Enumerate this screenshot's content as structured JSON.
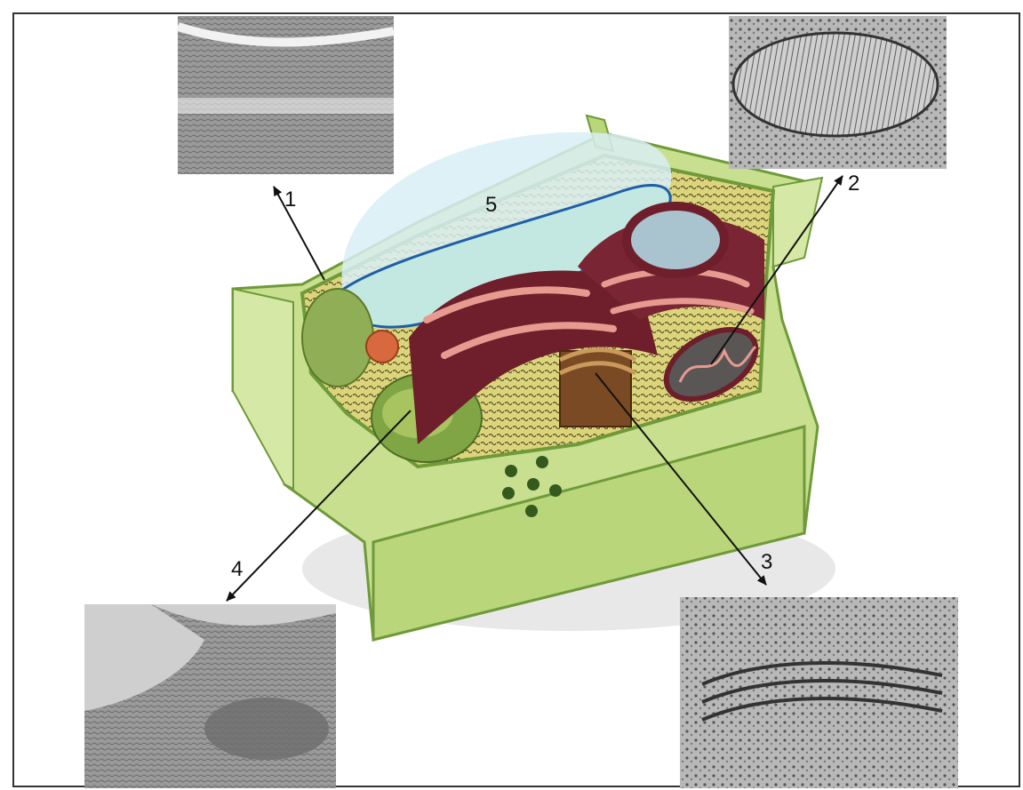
{
  "diagram": {
    "labels": [
      {
        "id": "1",
        "text": "1"
      },
      {
        "id": "2",
        "text": "2"
      },
      {
        "id": "3",
        "text": "3"
      },
      {
        "id": "4",
        "text": "4"
      },
      {
        "id": "5",
        "text": "5"
      }
    ],
    "micrographs": [
      {
        "label": "1",
        "icon": "cell-wall-micrograph"
      },
      {
        "label": "2",
        "icon": "mitochondrion-micrograph"
      },
      {
        "label": "3",
        "icon": "golgi-micrograph"
      },
      {
        "label": "4",
        "icon": "chloroplast-micrograph"
      }
    ],
    "colors": {
      "cell_wall": "#b9d67a",
      "cell_wall_edge": "#6f9a3a",
      "cytoplasm": "#d9d36a",
      "vacuole": "#bfe6ea",
      "membrane": "#1f5fa8",
      "er": "#6e1f2b",
      "er_highlight": "#e79a8f",
      "chloroplast": "#7fa545",
      "nucleus": "#a9c3cf",
      "micrograph": "#8a8a8a"
    }
  }
}
